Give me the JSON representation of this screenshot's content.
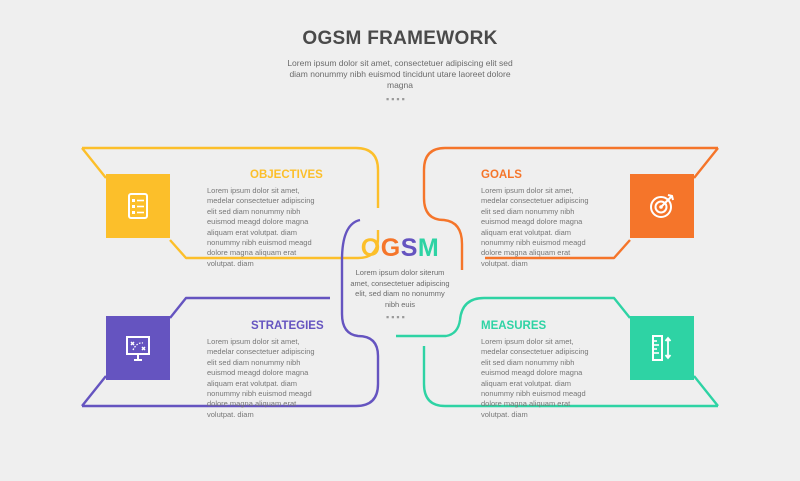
{
  "header": {
    "title": "OGSM FRAMEWORK",
    "subtitle": "Lorem ipsum dolor sit amet, consectetuer adipiscing elit sed diam nonummy nibh euismod tincidunt utare laoreet dolore magna",
    "dots": "▪▪▪▪"
  },
  "center": {
    "letters": [
      "O",
      "G",
      "S",
      "M"
    ],
    "description": "Lorem ipsum dolor siterum amet, consectetuer adipiscing elit, sed diam no nonummy nibh euis",
    "dots": "▪▪▪▪"
  },
  "sections": {
    "objectives": {
      "title": "OBJECTIVES",
      "description": "Lorem ipsum dolor sit amet, medelar consectetuer adipiscing elit sed diam nonummy nibh euismod meagd dolore magna aliquam erat volutpat. diam nonummy nibh euismod meagd dolore magna aliquam erat volutpat. diam",
      "color": "#fcbf2a",
      "icon": "checklist-icon"
    },
    "goals": {
      "title": "GOALS",
      "description": "Lorem ipsum dolor sit amet, medelar consectetuer adipiscing elit sed diam nonummy nibh euismod meagd dolore magna aliquam erat volutpat. diam nonummy nibh euismod meagd dolore magna aliquam erat volutpat. diam",
      "color": "#f5752a",
      "icon": "target-icon"
    },
    "strategies": {
      "title": "STRATEGIES",
      "description": "Lorem ipsum dolor sit amet, medelar consectetuer adipiscing elit sed diam nonummy nibh euismod meagd dolore magna aliquam erat volutpat. diam nonummy nibh euismod meagd dolore magna aliquam erat volutpat. diam",
      "color": "#6554c0",
      "icon": "strategy-board-icon"
    },
    "measures": {
      "title": "MEASURES",
      "description": "Lorem ipsum dolor sit amet, medelar consectetuer adipiscing elit sed diam nonummy nibh euismod meagd dolore magna aliquam erat volutpat. diam nonummy nibh euismod meagd dolore magna aliquam erat volutpat. diam",
      "color": "#2ed3a4",
      "icon": "ruler-icon"
    }
  }
}
